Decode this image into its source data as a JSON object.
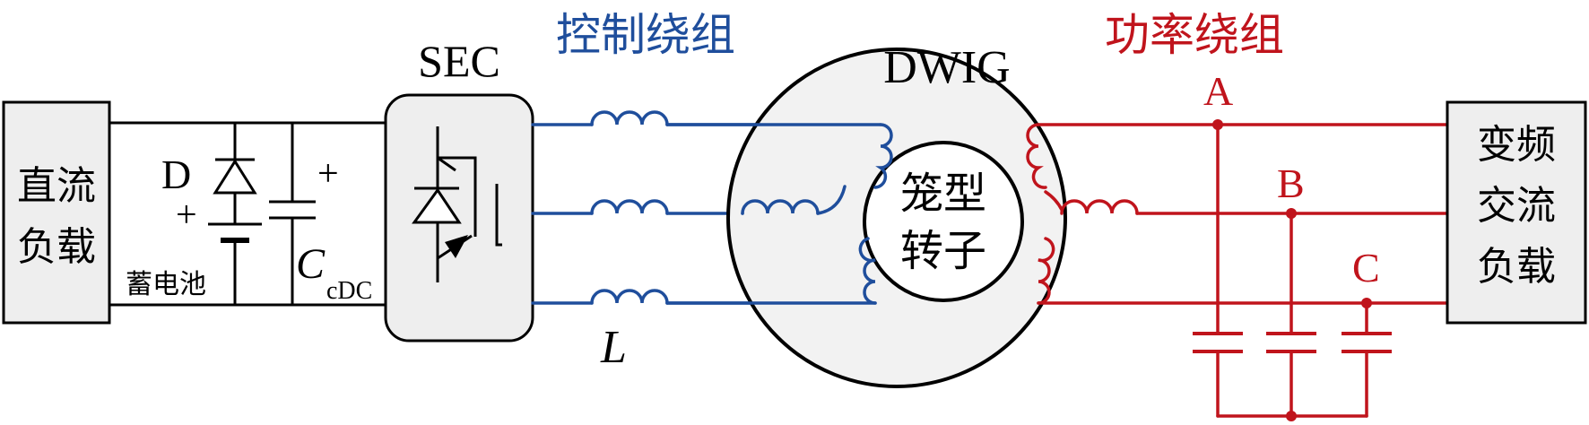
{
  "labels": {
    "dc_load_line1": "直流",
    "dc_load_line2": "负载",
    "diode": "D",
    "battery_plus": "+",
    "battery": "蓄电池",
    "cap_plus": "+",
    "cap_C": "C",
    "cap_sub": "cDC",
    "sec": "SEC",
    "control_winding": "控制绕组",
    "inductor": "L",
    "machine": "DWIG",
    "rotor_line1": "笼型",
    "rotor_line2": "转子",
    "power_winding": "功率绕组",
    "phase_a": "A",
    "phase_b": "B",
    "phase_c": "C",
    "ac_load_line1": "变频",
    "ac_load_line2": "交流",
    "ac_load_line3": "负载"
  },
  "colors": {
    "control": "#1f4e9c",
    "power": "#c0141c",
    "black": "#000000",
    "box_fill": "#eeeeee",
    "machine_fill": "#f2f2f2"
  }
}
